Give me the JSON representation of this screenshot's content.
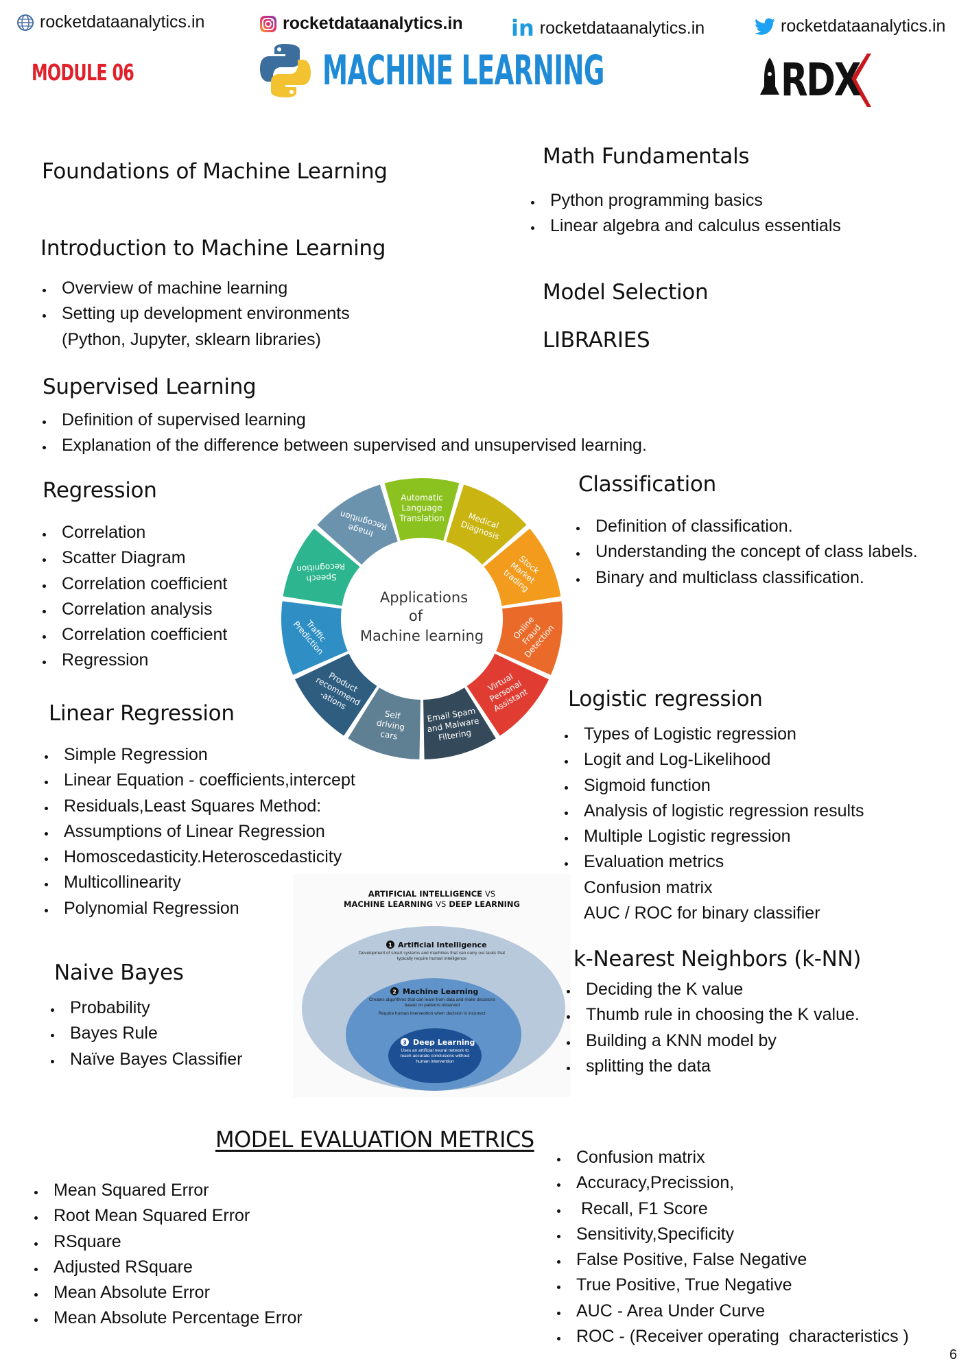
{
  "header": {
    "links": [
      {
        "icon": "globe-icon",
        "text": "rocketdataanalytics.in"
      },
      {
        "icon": "instagram-icon",
        "text": "rocketdataanalytics.in"
      },
      {
        "icon": "linkedin-icon",
        "text": "rocketdataanalytics.in"
      },
      {
        "icon": "twitter-icon",
        "text": "rocketdataanalytics.in"
      }
    ],
    "module": "MODULE 06",
    "title": "MACHINE LEARNING",
    "logo_text": "RDX",
    "colors": {
      "module": "#e0212b",
      "title": "#1f8bd6"
    }
  },
  "sections": {
    "foundations": {
      "title": "Foundations of Machine Learning"
    },
    "math": {
      "title": "Math Fundamentals",
      "items": [
        "Python programming basics",
        "Linear algebra and calculus essentials"
      ]
    },
    "intro": {
      "title": "Introduction to Machine Learning",
      "items": [
        "Overview of machine learning",
        "Setting up development environments",
        "(Python, Jupyter, sklearn libraries)"
      ]
    },
    "model_selection": {
      "title": "Model Selection"
    },
    "libraries": {
      "title": "LIBRARIES"
    },
    "supervised": {
      "title": "Supervised Learning",
      "items": [
        "Definition of supervised learning",
        "Explanation of the difference between supervised and unsupervised learning."
      ]
    },
    "regression": {
      "title": "Regression",
      "items": [
        "Correlation",
        "Scatter Diagram",
        "Correlation coefficient",
        "Correlation analysis",
        "Correlation coefficient",
        "Regression"
      ]
    },
    "classification": {
      "title": "Classification",
      "items": [
        "Definition of classification.",
        "Understanding the concept of class labels.",
        "Binary and multiclass classification."
      ]
    },
    "linear": {
      "title": "Linear Regression",
      "items": [
        "Simple Regression",
        "Linear Equation - coefficients,intercept",
        "Residuals,Least Squares Method:",
        "Assumptions of Linear Regression",
        "Homoscedasticity.Heteroscedasticity",
        "Multicollinearity",
        "Polynomial Regression"
      ]
    },
    "logistic": {
      "title": "Logistic regression",
      "items": [
        "Types of Logistic regression",
        "Logit and Log-Likelihood",
        "Sigmoid function",
        "Analysis of logistic regression results",
        "Multiple Logistic regression",
        "Evaluation metrics",
        "Confusion matrix",
        "AUC / ROC for binary classifier"
      ]
    },
    "knn": {
      "title": "k-Nearest Neighbors (k-NN)",
      "items": [
        "Deciding the K value",
        "Thumb rule in choosing the K value.",
        "Building a KNN model by",
        "splitting the data"
      ]
    },
    "naive": {
      "title": "Naive Bayes",
      "items": [
        "Probability",
        "Bayes Rule",
        "Naïve Bayes Classifier"
      ]
    },
    "evaluation": {
      "title": "MODEL EVALUATION METRICS",
      "left": [
        "Mean Squared Error",
        "Root Mean Squared Error",
        "RSquare",
        "Adjusted RSquare",
        "Mean Absolute Error",
        "Mean Absolute Percentage Error"
      ],
      "right": [
        "Confusion matrix",
        "Accuracy,Precission,",
        " Recall, F1 Score",
        "Sensitivity,Specificity",
        "False Positive, False Negative",
        "True Positive, True Negative",
        "AUC - Area Under Curve",
        "ROC - (Receiver operating  characteristics )"
      ]
    }
  },
  "wheel": {
    "center": [
      "Applications",
      "of",
      "Machine learning"
    ],
    "segments": [
      {
        "label": [
          "Automatic",
          "Language",
          "Translation"
        ],
        "color": "#8cc21f"
      },
      {
        "label": [
          "Medical",
          "Diagnosis"
        ],
        "color": "#c9b412"
      },
      {
        "label": [
          "Stock",
          "Market",
          "trading"
        ],
        "color": "#f29b1d"
      },
      {
        "label": [
          "Online",
          "Fraud",
          "Detection"
        ],
        "color": "#ea6a2a"
      },
      {
        "label": [
          "Virtual",
          "Personal",
          "Assistant"
        ],
        "color": "#e03c31"
      },
      {
        "label": [
          "Email Spam",
          "and Malware",
          "Filtering"
        ],
        "color": "#34495a"
      },
      {
        "label": [
          "Self",
          "driving",
          "cars"
        ],
        "color": "#5f7f93"
      },
      {
        "label": [
          "Product",
          "recommend",
          "-ations"
        ],
        "color": "#2f5d80"
      },
      {
        "label": [
          "Traffic",
          "Prediction"
        ],
        "color": "#2f8fc4"
      },
      {
        "label": [
          "Speech",
          "Recognition"
        ],
        "color": "#2cb58e"
      },
      {
        "label": [
          "Image",
          "Recognition"
        ],
        "color": "#6c93ae"
      }
    ]
  },
  "ai_diagram": {
    "title_parts": [
      "ARTIFICIAL INTELLIGENCE",
      "VS",
      "MACHINE LEARNING",
      "VS",
      "DEEP LEARNING"
    ],
    "ai": {
      "num": "1",
      "title": "Artificial Intelligence",
      "desc": "Development of smart systems and machines that can carry out tasks that typically require human intelligence"
    },
    "ml": {
      "num": "2",
      "title": "Machine Learning",
      "desc": "Creates algorithms that can learn from data and make decisions based on patterns observed",
      "desc2": "Require human intervention when decision is incorrect"
    },
    "dl": {
      "num": "3",
      "title": "Deep Learning",
      "desc": "Uses an artificial neural network to reach accurate conclusions without human intervention"
    }
  },
  "page_number": "6"
}
